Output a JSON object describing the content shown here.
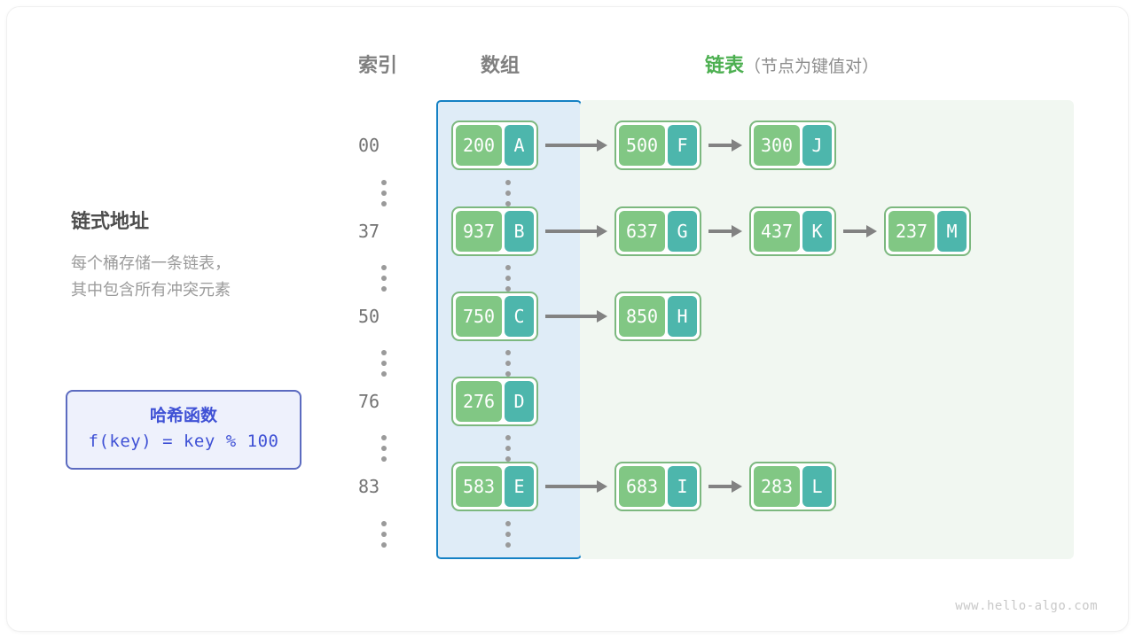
{
  "headers": {
    "index": "索引",
    "array": "数组",
    "list_main": "链表",
    "list_sub": "（节点为键值对）"
  },
  "description": {
    "title": "链式地址",
    "body": "每个桶存储一条链表，\n其中包含所有冲突元素"
  },
  "hash_function": {
    "title": "哈希函数",
    "formula": "f(key) = key % 100"
  },
  "colors": {
    "array_panel_border": "#1581c4",
    "array_panel_fill": "#dfecf7",
    "list_panel_fill": "#f1f7f1",
    "node_border": "#7cb87f",
    "node_key_fill": "#81c784",
    "node_value_fill": "#4db6ac",
    "arrow": "#828282",
    "list_header_text": "#4caf50",
    "hash_box_accent": "#3f51d5"
  },
  "rows": [
    {
      "index": "00",
      "bucket": {
        "key": "200",
        "value": "A"
      },
      "chain": [
        {
          "key": "500",
          "value": "F"
        },
        {
          "key": "300",
          "value": "J"
        }
      ]
    },
    {
      "index": "37",
      "bucket": {
        "key": "937",
        "value": "B"
      },
      "chain": [
        {
          "key": "637",
          "value": "G"
        },
        {
          "key": "437",
          "value": "K"
        },
        {
          "key": "237",
          "value": "M"
        }
      ]
    },
    {
      "index": "50",
      "bucket": {
        "key": "750",
        "value": "C"
      },
      "chain": [
        {
          "key": "850",
          "value": "H"
        }
      ]
    },
    {
      "index": "76",
      "bucket": {
        "key": "276",
        "value": "D"
      },
      "chain": []
    },
    {
      "index": "83",
      "bucket": {
        "key": "583",
        "value": "E"
      },
      "chain": [
        {
          "key": "683",
          "value": "I"
        },
        {
          "key": "283",
          "value": "L"
        }
      ]
    }
  ],
  "ellipsis_rows": 6,
  "watermark": "www.hello-algo.com"
}
